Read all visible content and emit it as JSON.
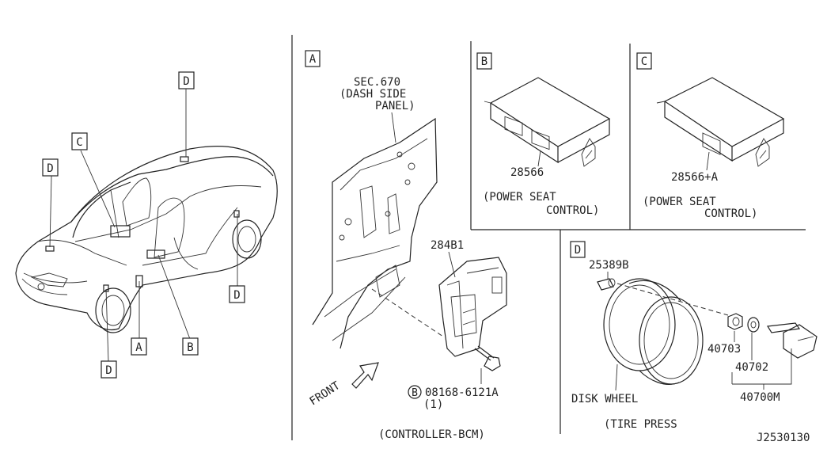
{
  "callouts": {
    "car_D_top": "D",
    "car_C": "C",
    "car_D_left": "D",
    "car_D_right": "D",
    "car_A": "A",
    "car_B": "B",
    "car_D_bottom": "D"
  },
  "panel_a": {
    "tag": "A",
    "section_ref": "SEC.670",
    "section_desc_1": "(DASH SIDE",
    "section_desc_2": "PANEL)",
    "part_number": "284B1",
    "bolt_marker": "B",
    "bolt_part": "08168-6121A",
    "bolt_qty": "(1)",
    "front_label": "FRONT",
    "caption": "(CONTROLLER-BCM)"
  },
  "panel_b": {
    "tag": "B",
    "part_number": "28566",
    "caption_1": "(POWER SEAT",
    "caption_2": "CONTROL)"
  },
  "panel_c": {
    "tag": "C",
    "part_number": "28566+A",
    "caption_1": "(POWER SEAT",
    "caption_2": "CONTROL)"
  },
  "panel_d": {
    "tag": "D",
    "part_cap": "25389B",
    "part_nut": "40703",
    "part_washer": "40702",
    "part_assembly": "40700M",
    "wheel_label": "DISK WHEEL",
    "caption": "(TIRE PRESS"
  },
  "diagram_id": "J2530130"
}
